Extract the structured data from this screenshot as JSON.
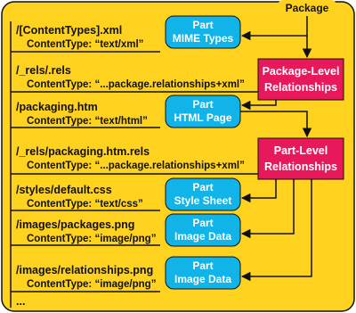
{
  "package_label": "Package",
  "entries": [
    {
      "path": "/[ContentTypes].xml",
      "content_type": "ContentType: “text/xml”"
    },
    {
      "path": "/_rels/.rels",
      "content_type": "ContentType: “...package.relationships+xml”"
    },
    {
      "path": "/packaging.htm",
      "content_type": "ContentType: “text/html”"
    },
    {
      "path": "/_rels/packaging.htm.rels",
      "content_type": "ContentType: “...package.relationships+xml”"
    },
    {
      "path": "/styles/default.css",
      "content_type": "ContentType: “text/css”"
    },
    {
      "path": "/images/packages.png",
      "content_type": "ContentType: “image/png”"
    },
    {
      "path": "/images/relationships.png",
      "content_type": "ContentType: “image/png”"
    }
  ],
  "ellipsis": "...",
  "parts": [
    {
      "tag": "Part",
      "label": "MIME Types"
    },
    {
      "tag": "Part",
      "label": "HTML Page"
    },
    {
      "tag": "Part",
      "label": "Style Sheet"
    },
    {
      "tag": "Part",
      "label": "Image Data"
    },
    {
      "tag": "Part",
      "label": "Image Data"
    }
  ],
  "relationship_boxes": [
    {
      "line1": "Package-Level",
      "line2": "Relationships"
    },
    {
      "line1": "Part-Level",
      "line2": "Relationships"
    }
  ],
  "colors": {
    "background": "#ffd21f",
    "part_box": "#10b4e8",
    "relationship_box": "#e8195a",
    "lines": "#111111",
    "text": "#111111",
    "box_text": "#ffffff"
  }
}
